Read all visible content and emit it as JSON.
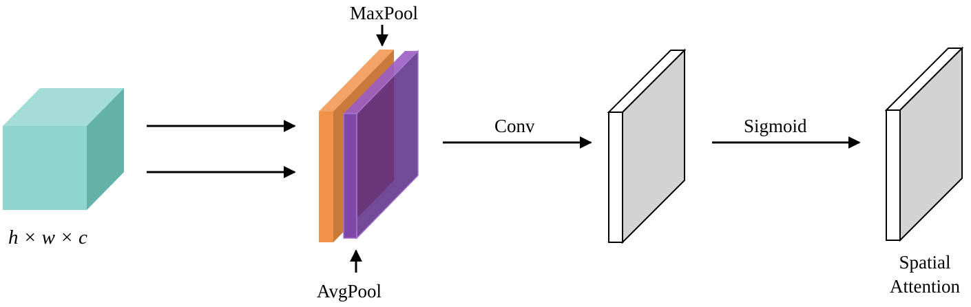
{
  "labels": {
    "input_dims": "h × w × c",
    "maxpool": "MaxPool",
    "avgpool": "AvgPool",
    "conv": "Conv",
    "sigmoid": "Sigmoid",
    "output_line1": "Spatial",
    "output_line2": "Attention"
  },
  "colors": {
    "cube_front": "#8fd4cf",
    "cube_top": "#a4dcd7",
    "cube_side": "#63b2a8",
    "maxpool_front": "#f0924a",
    "maxpool_edge": "#d87a38",
    "avgpool_front": "#7f47a6",
    "avgpool_edge": "#9b5cc4",
    "map_face": "#d3d3d3",
    "arrow": "#000000"
  }
}
